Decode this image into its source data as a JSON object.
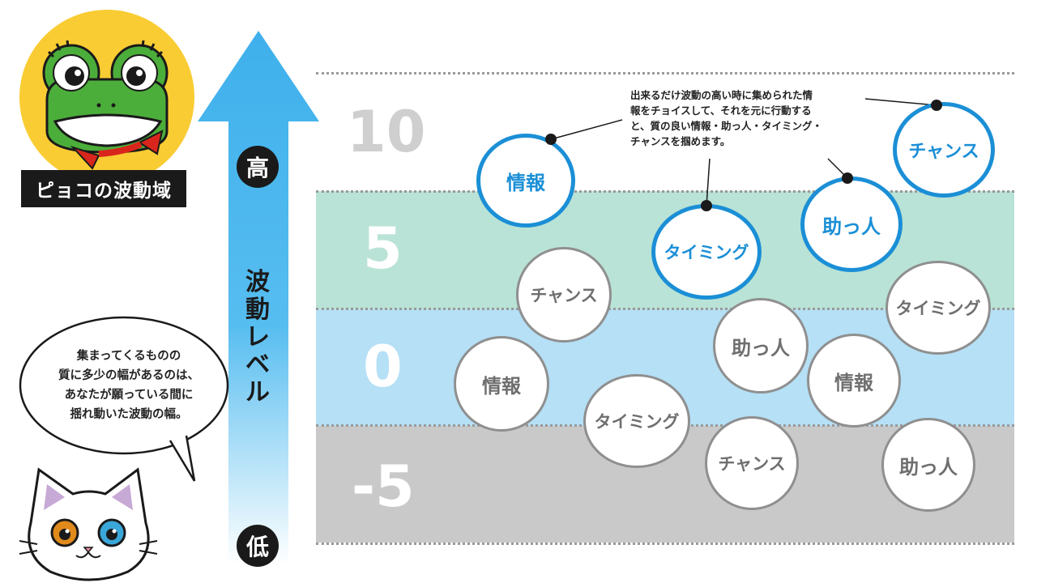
{
  "title": "ピョコの波動域",
  "axis": {
    "high": "高",
    "low": "低",
    "label_chars": [
      "波",
      "動",
      "レ",
      "ベ",
      "ル"
    ]
  },
  "levels": [
    "10",
    "5",
    "0",
    "-5"
  ],
  "colors": {
    "green_band": "#b9e3d6",
    "blue_band": "#b5e0f6",
    "gray_band": "#c9c9c9",
    "accent_blue": "#1b8fd6",
    "arrow_top": "#3fb0ec"
  },
  "annotation": {
    "lines": [
      "出来るだけ波動の高い時に集められた情",
      "報をチョイスして、それを元に行動する",
      "と、質の良い情報・助っ人・タイミング・",
      "チャンスを掴めます。"
    ]
  },
  "blue_circles": [
    {
      "label": "情報"
    },
    {
      "label": "タイミング"
    },
    {
      "label": "助っ人"
    },
    {
      "label": "チャンス"
    }
  ],
  "gray_circles": [
    {
      "label": "チャンス"
    },
    {
      "label": "情報"
    },
    {
      "label": "タイミング"
    },
    {
      "label": "助っ人"
    },
    {
      "label": "チャンス"
    },
    {
      "label": "情報"
    },
    {
      "label": "タイミング"
    },
    {
      "label": "助っ人"
    }
  ],
  "speech_bubble": {
    "lines": [
      "集まってくるものの",
      "質に多少の幅があるのは、",
      "あなたが願っている間に",
      "揺れ動いた波動の幅。"
    ]
  }
}
